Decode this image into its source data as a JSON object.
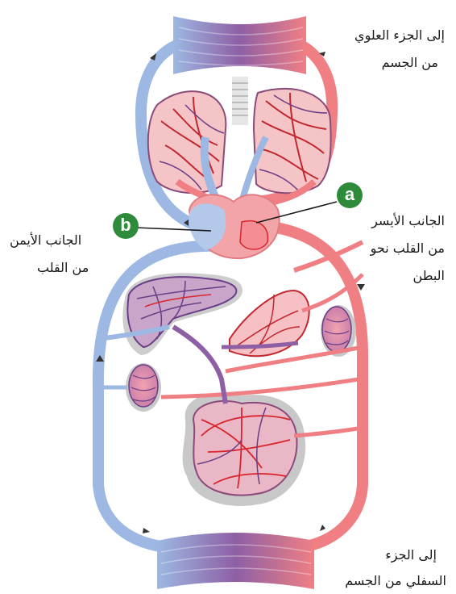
{
  "labels": {
    "upper_body_line1": "إلى الجزء العلوي",
    "upper_body_line2": "من الجسم",
    "left_heart_line1": "الجانب الأيسر",
    "left_heart_line2": "من القلب نحو",
    "left_heart_line3": "البطن",
    "right_heart_line1": "الجانب الأيمن",
    "right_heart_line2": "من القلب",
    "lower_body_line1": "إلى الجزء",
    "lower_body_line2": "السفلي من الجسم"
  },
  "badges": {
    "a": "a",
    "b": "b"
  },
  "colors": {
    "oxygenated": "#f07f84",
    "deoxygenated": "#9db8e2",
    "capillary_red": "#d9242c",
    "capillary_purple": "#6a3d86",
    "organ_shadow": "#c8c8c8",
    "badge_green": "#2e8b3a"
  }
}
